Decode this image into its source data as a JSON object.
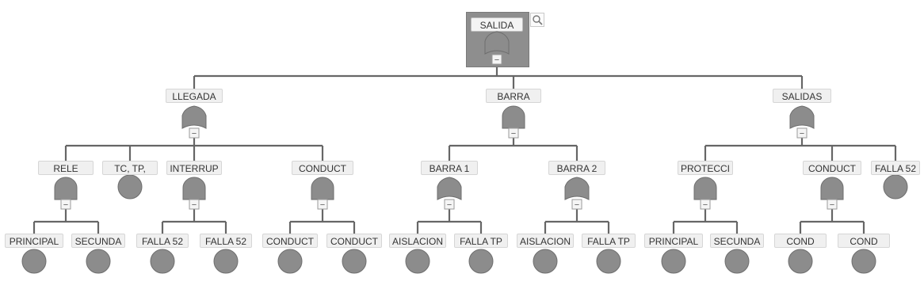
{
  "diagram": {
    "colors": {
      "line": "#666666",
      "gate": "#8c8c8c",
      "event": "#8c8c8c",
      "root_box": "#8e8e8e"
    },
    "root": {
      "label": "SALIDA",
      "gate": "or",
      "collapse": "−",
      "zoom_icon": "zoom-icon",
      "children": [
        {
          "label": "LLEGADA",
          "gate": "or",
          "collapse": "−",
          "children": [
            {
              "label": "RELE",
              "gate": "and",
              "collapse": "−",
              "children": [
                {
                  "label": "PRINCIPAL"
                },
                {
                  "label": "SECUNDA"
                }
              ]
            },
            {
              "label": "TC, TP,"
            },
            {
              "label": "INTERRUP",
              "gate": "and",
              "collapse": "−",
              "children": [
                {
                  "label": "FALLA 52"
                },
                {
                  "label": "FALLA 52"
                }
              ]
            },
            {
              "label": "CONDUCT",
              "gate": "and",
              "collapse": "−",
              "children": [
                {
                  "label": "CONDUCT"
                },
                {
                  "label": "CONDUCT"
                }
              ]
            }
          ]
        },
        {
          "label": "BARRA",
          "gate": "and",
          "collapse": "−",
          "children": [
            {
              "label": "BARRA 1",
              "gate": "or",
              "collapse": "−",
              "children": [
                {
                  "label": "AISLACION"
                },
                {
                  "label": "FALLA TP"
                }
              ]
            },
            {
              "label": "BARRA 2",
              "gate": "or",
              "collapse": "−",
              "children": [
                {
                  "label": "AISLACION"
                },
                {
                  "label": "FALLA TP"
                }
              ]
            }
          ]
        },
        {
          "label": "SALIDAS",
          "gate": "or",
          "collapse": "−",
          "children": [
            {
              "label": "PROTECCI",
              "gate": "and",
              "collapse": "−",
              "children": [
                {
                  "label": "PRINCIPAL"
                },
                {
                  "label": "SECUNDA"
                }
              ]
            },
            {
              "label": "CONDUCT",
              "gate": "and",
              "collapse": "−",
              "children": [
                {
                  "label": "COND"
                },
                {
                  "label": "COND"
                }
              ]
            },
            {
              "label": "FALLA 52"
            }
          ]
        }
      ]
    }
  }
}
